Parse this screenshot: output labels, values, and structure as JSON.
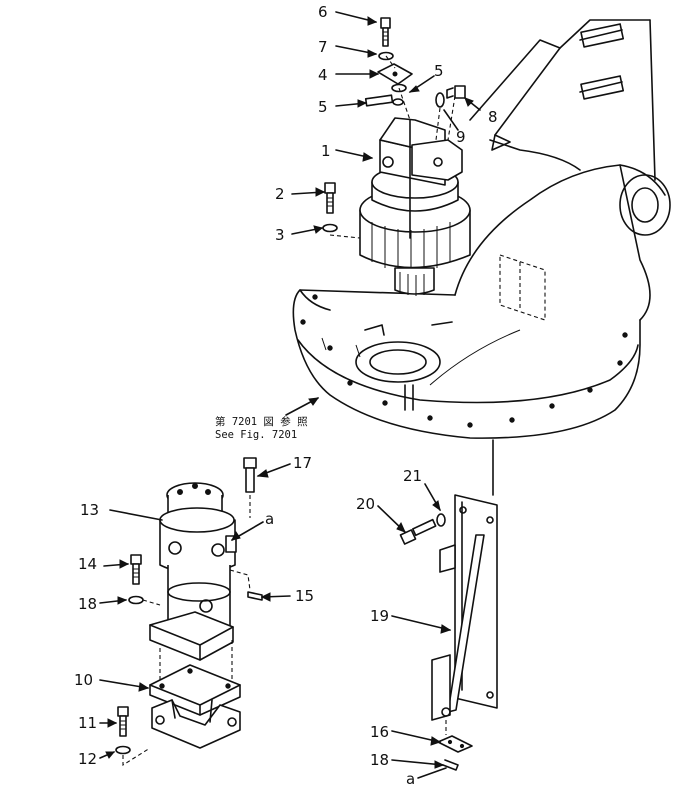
{
  "reference": {
    "line1": "第 7201 図 参 照",
    "line2": "See Fig. 7201"
  },
  "callouts": [
    {
      "id": "c6",
      "text": "6"
    },
    {
      "id": "c7",
      "text": "7"
    },
    {
      "id": "c4",
      "text": "4"
    },
    {
      "id": "c5a",
      "text": "5"
    },
    {
      "id": "c5b",
      "text": "5"
    },
    {
      "id": "c8",
      "text": "8"
    },
    {
      "id": "c9",
      "text": "9"
    },
    {
      "id": "c1",
      "text": "1"
    },
    {
      "id": "c2",
      "text": "2"
    },
    {
      "id": "c3",
      "text": "3"
    },
    {
      "id": "c17",
      "text": "17"
    },
    {
      "id": "c13",
      "text": "13"
    },
    {
      "id": "ca1",
      "text": "a"
    },
    {
      "id": "c14",
      "text": "14"
    },
    {
      "id": "c18a",
      "text": "18"
    },
    {
      "id": "c15",
      "text": "15"
    },
    {
      "id": "c10",
      "text": "10"
    },
    {
      "id": "c11",
      "text": "11"
    },
    {
      "id": "c12",
      "text": "12"
    },
    {
      "id": "c21",
      "text": "21"
    },
    {
      "id": "c20",
      "text": "20"
    },
    {
      "id": "c19",
      "text": "19"
    },
    {
      "id": "c16",
      "text": "16"
    },
    {
      "id": "c18b",
      "text": "18"
    },
    {
      "id": "ca2",
      "text": "a"
    }
  ]
}
